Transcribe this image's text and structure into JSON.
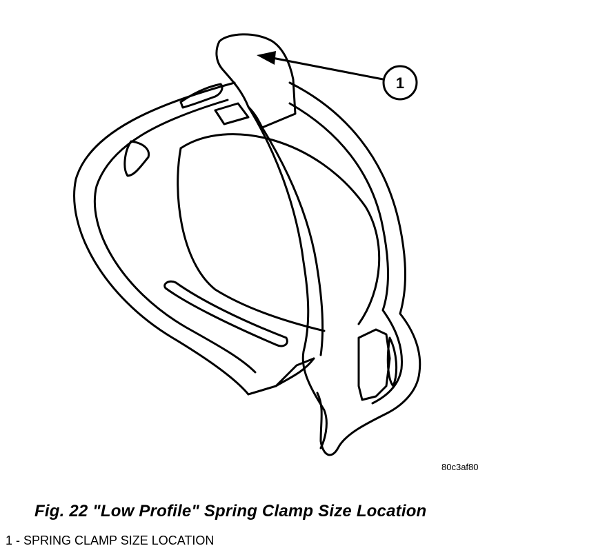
{
  "figure": {
    "callout_number": "1",
    "image_code": "80c3af80"
  },
  "caption": {
    "text": "Fig. 22 \"Low Profile\" Spring Clamp Size Location"
  },
  "legend": {
    "items": [
      "1 - SPRING CLAMP SIZE LOCATION"
    ]
  }
}
